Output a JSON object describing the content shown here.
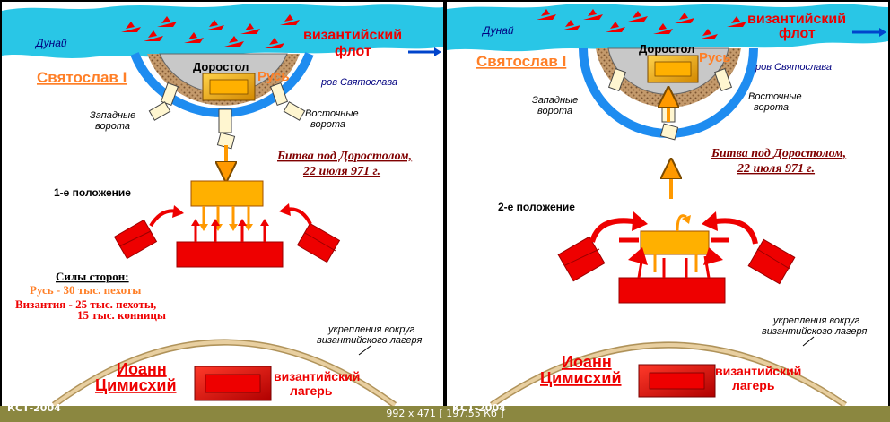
{
  "river": "Дунай",
  "fleet": [
    "византийский",
    "флот"
  ],
  "svyatoslav": "Святослав I",
  "dorostol": "Доростол",
  "rus": "Русь",
  "moat": "ров Святослава",
  "west_gate": [
    "Западные",
    "ворота"
  ],
  "east_gate": [
    "Восточные",
    "ворота"
  ],
  "battle": [
    "Битва под Доростолом,",
    "22 июля 971 г."
  ],
  "position1": "1-е положение",
  "position2": "2-е положение",
  "forces_title": "Силы сторон:",
  "forces_rus": "Русь - 30 тыс. пехоты",
  "forces_byz": [
    "Византия - 25 тыс. пехоты,",
    "15 тыс. конницы"
  ],
  "fort_caption": [
    "укрепления вокруг",
    "византийского лагеря"
  ],
  "ioann": [
    "Иоанн",
    "Цимисхий"
  ],
  "camp": [
    "византийский",
    "лагерь"
  ],
  "credit": "КСТ-2004",
  "status_info": "992 x 471 [ 197.55 Кб ]",
  "colors": {
    "river": "#29c6e6",
    "russian": "#ff9900",
    "byzantine": "#ee0000",
    "moat": "#1e8cf0",
    "fortification": "#e8cfa0",
    "label_orange": "#ff7f27",
    "label_navy": "#000080",
    "label_maroon": "#800000"
  }
}
